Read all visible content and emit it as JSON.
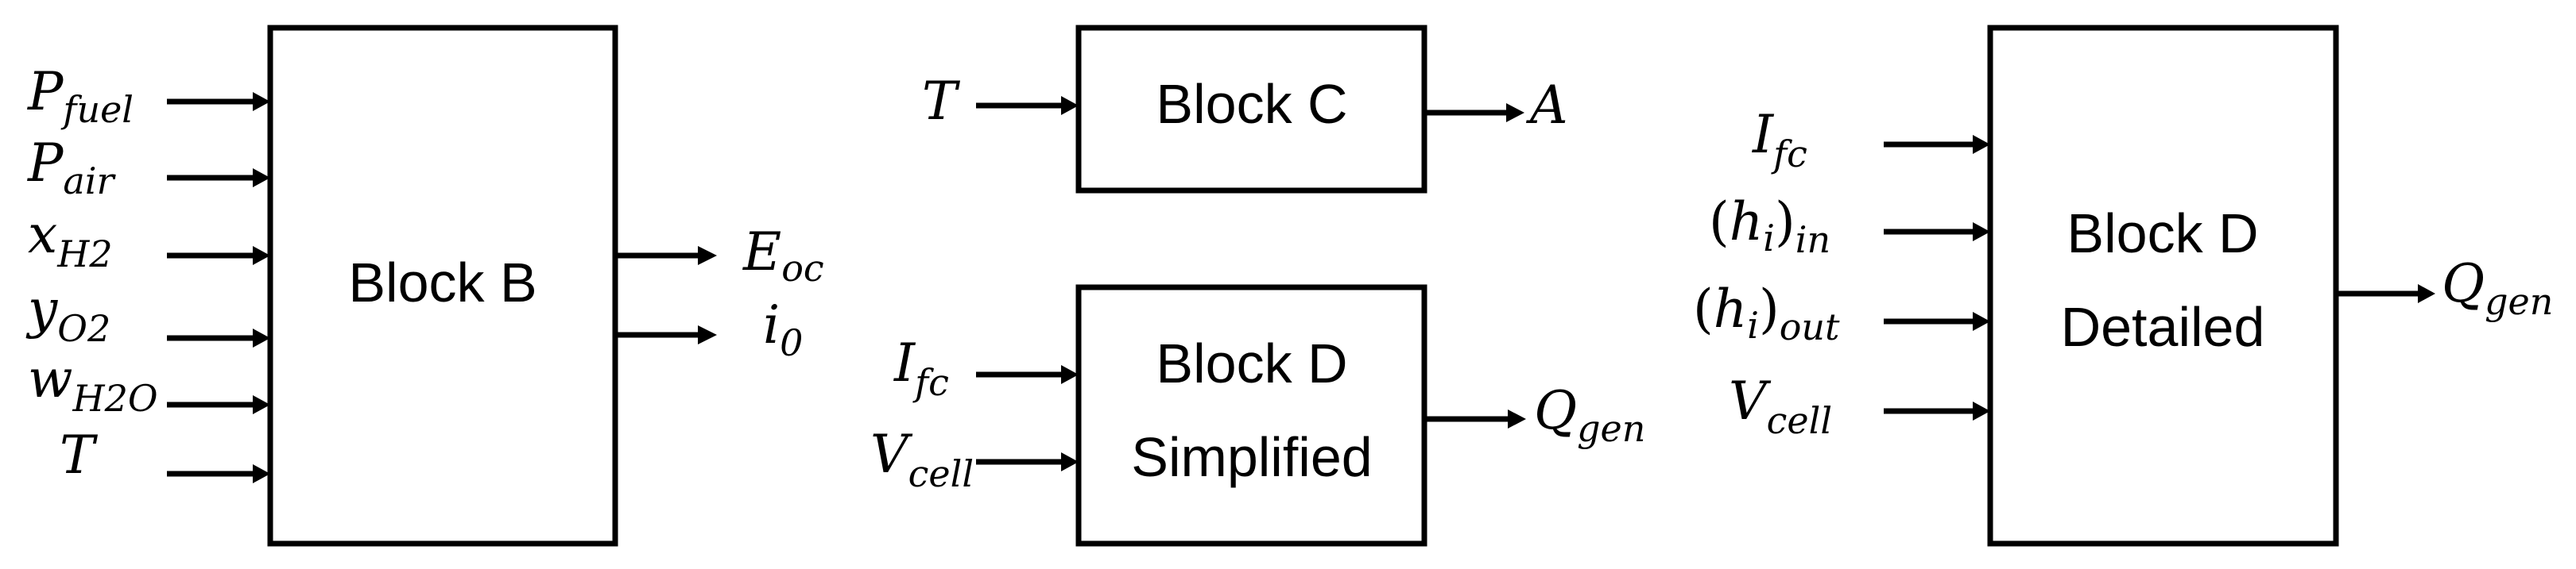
{
  "block_b": {
    "label": "Block B",
    "inputs": [
      {
        "main": "P",
        "sub": "fuel"
      },
      {
        "main": "P",
        "sub": "air"
      },
      {
        "main": "x",
        "sub": "H2"
      },
      {
        "main": "y",
        "sub": "O2"
      },
      {
        "main": "w",
        "sub": "H2O"
      },
      {
        "main": "T",
        "sub": ""
      }
    ],
    "outputs": [
      {
        "main": "E",
        "sub": "oc"
      },
      {
        "main": "i",
        "sub": "0"
      }
    ]
  },
  "block_c": {
    "label": "Block C",
    "inputs": [
      {
        "main": "T",
        "sub": ""
      }
    ],
    "outputs": [
      {
        "main": "A",
        "sub": ""
      }
    ]
  },
  "block_d_simplified": {
    "label_line1": "Block D",
    "label_line2": "Simplified",
    "inputs": [
      {
        "main": "I",
        "sub": "fc"
      },
      {
        "main": "V",
        "sub": "cell"
      }
    ],
    "outputs": [
      {
        "main": "Q",
        "sub": "gen"
      }
    ]
  },
  "block_d_detailed": {
    "label_line1": "Block D",
    "label_line2": "Detailed",
    "inputs": [
      {
        "main": "I",
        "sub": "fc",
        "paren": false
      },
      {
        "main": "h",
        "sub": "in",
        "paren": true,
        "inner_sub": "i"
      },
      {
        "main": "h",
        "sub": "out",
        "paren": true,
        "inner_sub": "i"
      },
      {
        "main": "V",
        "sub": "cell",
        "paren": false
      }
    ],
    "outputs": [
      {
        "main": "Q",
        "sub": "gen"
      }
    ]
  }
}
